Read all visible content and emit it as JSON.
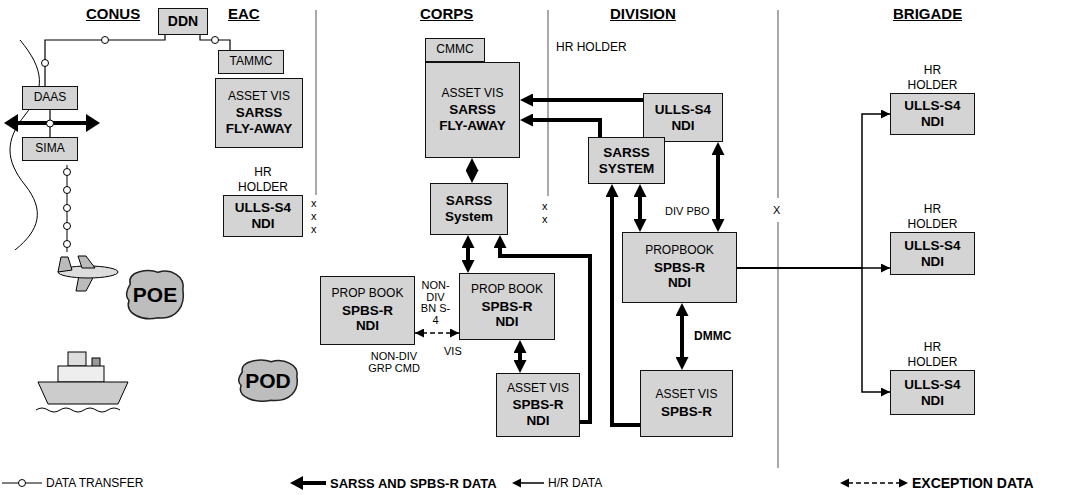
{
  "diagram": {
    "nodes": [
      {
        "text": [
          "DDN"
        ]
      },
      {
        "text": [
          "TAMMC"
        ]
      },
      {
        "text": [
          "DAAS"
        ]
      },
      {
        "text": [
          "SIMA"
        ]
      },
      {
        "text": [
          "ASSET VIS",
          "SARSS FLY-AWAY"
        ]
      },
      {
        "text": [
          "HR HOLDER",
          "ULLS-S4 NDI"
        ]
      },
      {
        "text": [
          "PROP BOOK",
          "SPBS-R NDI"
        ]
      },
      {
        "text": [
          "CMMC"
        ]
      },
      {
        "text": [
          "ASSET VIS",
          "SARSS FLY-AWAY"
        ]
      },
      {
        "text": [
          "SARSS System"
        ]
      },
      {
        "text": [
          "PROP BOOK",
          "SPBS-R NDI"
        ]
      },
      {
        "text": [
          "ASSET VIS",
          "SPBS-R NDI"
        ]
      },
      {
        "text": [
          "HR HOLDER",
          "ULLS-S4 NDI"
        ]
      },
      {
        "text": [
          "SARSS SYSTEM"
        ]
      },
      {
        "text": [
          "PROPBOOK",
          "SPBS-R NDI"
        ]
      },
      {
        "text": [
          "ASSET VIS",
          "SPBS-R"
        ]
      },
      {
        "text": [
          "HR HOLDER",
          "ULLS-S4 NDI"
        ]
      },
      {
        "text": [
          "HR HOLDER",
          "ULLS-S4 NDI"
        ]
      },
      {
        "text": [
          "HR HOLDER",
          "ULLS-S4 NDI"
        ]
      },
      {
        "text": [
          "POE"
        ]
      },
      {
        "text": [
          "POD"
        ]
      }
    ],
    "edges": [
      {
        "from": 0,
        "to": 2,
        "arrow": "none"
      },
      {
        "from": 0,
        "to": 1,
        "arrow": "none"
      },
      {
        "from": 2,
        "to": 3,
        "arrow": "none"
      },
      {
        "from": 12,
        "to": 8,
        "arrow": "to"
      },
      {
        "from": 13,
        "to": 8,
        "arrow": "to"
      },
      {
        "from": 8,
        "to": 9,
        "arrow": "both"
      },
      {
        "from": 9,
        "to": 10,
        "arrow": "both"
      },
      {
        "from": 10,
        "to": 6,
        "arrow": "both"
      },
      {
        "from": 10,
        "to": 11,
        "arrow": "both"
      },
      {
        "from": 11,
        "to": 9,
        "arrow": "to"
      },
      {
        "from": 12,
        "to": 14,
        "arrow": "both"
      },
      {
        "from": 13,
        "to": 14,
        "arrow": "both"
      },
      {
        "from": 14,
        "to": 15,
        "arrow": "both"
      },
      {
        "from": 15,
        "to": 13,
        "arrow": "to"
      },
      {
        "from": 14,
        "to": 16,
        "arrow": "to"
      },
      {
        "from": 14,
        "to": 17,
        "arrow": "to"
      },
      {
        "from": 14,
        "to": 18,
        "arrow": "to"
      }
    ],
    "labels": [
      "CONUS",
      "EAC",
      "CORPS",
      "DIVISION",
      "BRIGADE",
      "x",
      "x",
      "x",
      "NON-DIV BN S-4",
      "VIS",
      "NON-DIV GRP CMD",
      "x",
      "x",
      "DIV PBO",
      "X",
      "DMMC"
    ],
    "legend": [
      {
        "text": "DATA TRANSFER"
      },
      {
        "text": "SARSS AND SPBS-R DATA"
      },
      {
        "text": "H/R DATA"
      },
      {
        "text": "EXCEPTION DATA"
      }
    ]
  }
}
